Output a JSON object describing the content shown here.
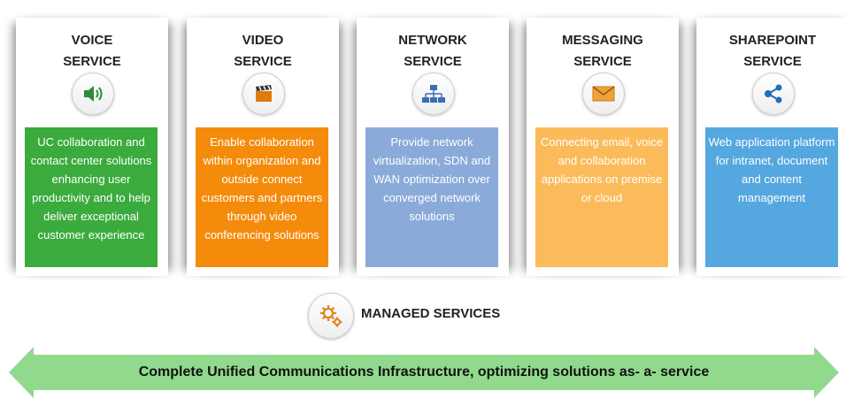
{
  "services": [
    {
      "title_line1": "VOICE",
      "title_line2": "SERVICE",
      "icon": "speaker-icon",
      "color": "#3aab3c",
      "description": "UC collaboration and contact center solutions enhancing user productivity and to help deliver exceptional customer experience"
    },
    {
      "title_line1": "VIDEO",
      "title_line2": "SERVICE",
      "icon": "clapperboard-icon",
      "color": "#f58b0b",
      "description": "Enable collaboration within organization and outside connect customers and partners through video conferencing solutions"
    },
    {
      "title_line1": "NETWORK",
      "title_line2": "SERVICE",
      "icon": "network-hierarchy-icon",
      "color": "#8aabd9",
      "description": "Provide network virtualization, SDN and WAN optimization over converged network solutions"
    },
    {
      "title_line1": "MESSAGING",
      "title_line2": "SERVICE",
      "icon": "envelope-icon",
      "color": "#fbbb5b",
      "description": "Connecting email, voice and collaboration applications on premise or cloud"
    },
    {
      "title_line1": "SHAREPOINT",
      "title_line2": "SERVICE",
      "icon": "share-icon",
      "color": "#55a7df",
      "description": "Web application platform for intranet, document and content management"
    }
  ],
  "managed": {
    "label": "MANAGED SERVICES",
    "icon": "gears-icon"
  },
  "banner": {
    "text": "Complete Unified Communications Infrastructure, optimizing solutions as- a- service",
    "color": "#91d98c"
  }
}
